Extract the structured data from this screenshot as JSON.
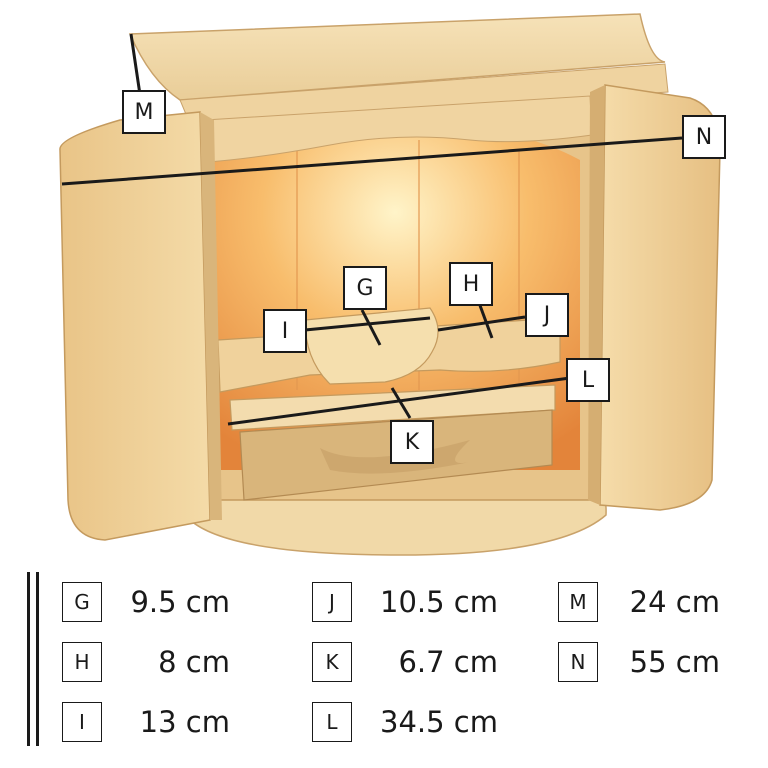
{
  "callouts": {
    "G": "G",
    "H": "H",
    "I": "I",
    "J": "J",
    "K": "K",
    "L": "L",
    "M": "M",
    "N": "N"
  },
  "legend": [
    {
      "key": "G",
      "value": "9.5 cm"
    },
    {
      "key": "H",
      "value": "8 cm"
    },
    {
      "key": "I",
      "value": "13 cm"
    },
    {
      "key": "J",
      "value": "10.5 cm"
    },
    {
      "key": "K",
      "value": "6.7 cm"
    },
    {
      "key": "L",
      "value": "34.5 cm"
    },
    {
      "key": "M",
      "value": "24 cm"
    },
    {
      "key": "N",
      "value": "55 cm"
    }
  ],
  "colors": {
    "wood_light": "#f2ddb0",
    "wood_mid": "#e8c88e",
    "wood_door": "#efd29a",
    "interior_glow": "#f5a54a",
    "line": "#1a1a1a"
  }
}
